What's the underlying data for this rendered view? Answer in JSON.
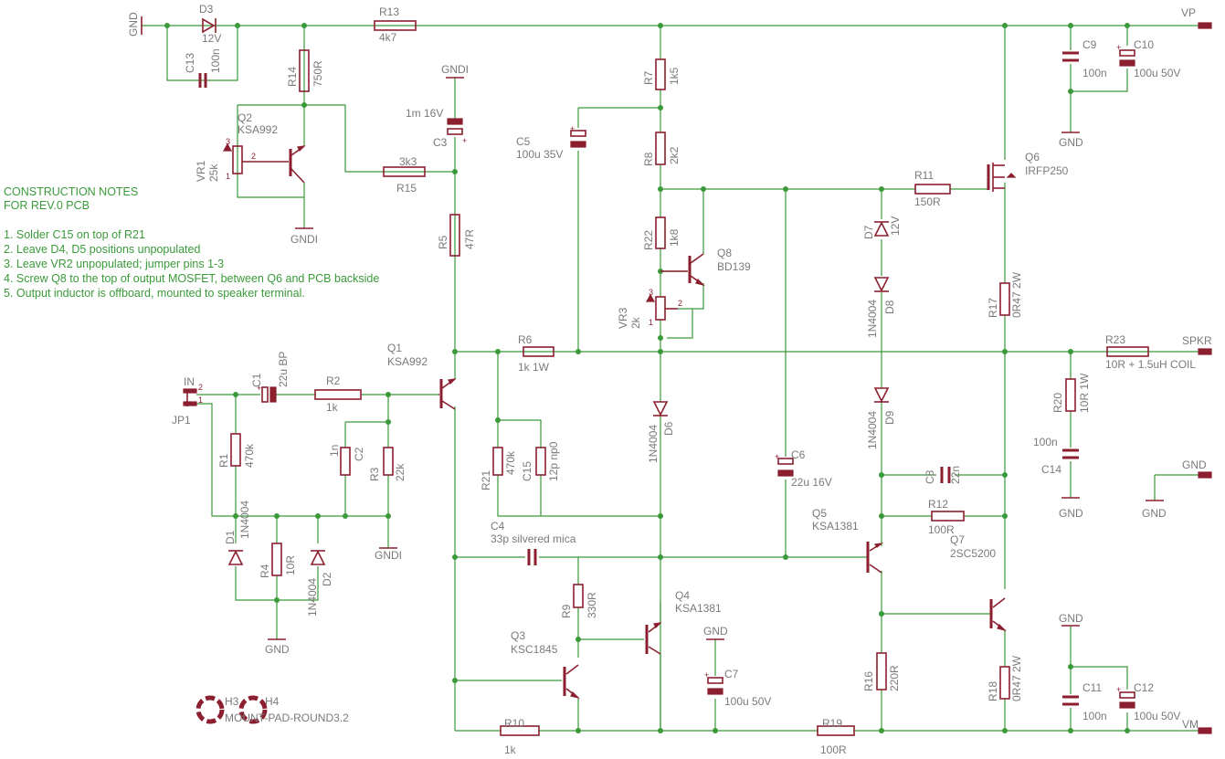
{
  "notes": {
    "title1": "CONSTRUCTION NOTES",
    "title2": "FOR REV.0 PCB",
    "items": [
      "1.  Solder C15 on top of R21",
      "2.  Leave D4, D5 positions unpopulated",
      "3.  Leave VR2 unpopulated; jumper pins 1-3",
      "4.  Screw Q8 to the top of output MOSFET, between Q6 and PCB backside",
      "5.  Output inductor is offboard, mounted to speaker terminal."
    ]
  },
  "nets": {
    "gnd_top": "GND",
    "vp": "VP",
    "spkr": "SPKR",
    "vm": "VM",
    "gnd_c9": "GND",
    "gnd_c14": "GND",
    "gnd_right": "GND",
    "gnd_c7": "GND",
    "gnd_c11": "GND",
    "gnd_r4": "GND",
    "gndi_q2": "GNDI",
    "gndi_c3": "GNDI",
    "gndi_r3": "GNDI",
    "in": "IN",
    "jp1": "JP1"
  },
  "parts": {
    "d3": {
      "ref": "D3",
      "val": "12V"
    },
    "c13": {
      "ref": "C13",
      "val": "100n"
    },
    "r13": {
      "ref": "R13",
      "val": "4k7"
    },
    "r14": {
      "ref": "R14",
      "val": "750R"
    },
    "q2": {
      "ref": "Q2",
      "val": "KSA992"
    },
    "vr1": {
      "ref": "VR1",
      "val": "25k"
    },
    "r15": {
      "ref": "R15",
      "val": "3k3"
    },
    "c3": {
      "ref": "C3",
      "val": "1m 16V"
    },
    "r5": {
      "ref": "R5",
      "val": "47R"
    },
    "r7": {
      "ref": "R7",
      "val": "1k5"
    },
    "c5": {
      "ref": "C5",
      "val": "100u 35V"
    },
    "r8": {
      "ref": "R8",
      "val": "2k2"
    },
    "r22": {
      "ref": "R22",
      "val": "1k8"
    },
    "q8": {
      "ref": "Q8",
      "val": "BD139"
    },
    "vr3": {
      "ref": "VR3",
      "val": "2k"
    },
    "r6": {
      "ref": "R6",
      "val": "1k 1W"
    },
    "c9": {
      "ref": "C9",
      "val": "100n"
    },
    "c10": {
      "ref": "C10",
      "val": "100u 50V"
    },
    "q6": {
      "ref": "Q6",
      "val": "IRFP250"
    },
    "r11": {
      "ref": "R11",
      "val": "150R"
    },
    "d7": {
      "ref": "D7",
      "val": "12V"
    },
    "d8": {
      "ref": "D8",
      "val": "1N4004"
    },
    "r17": {
      "ref": "R17",
      "val": "0R47 2W"
    },
    "r23": {
      "ref": "R23",
      "val": "10R + 1.5uH COIL"
    },
    "r20": {
      "ref": "R20",
      "val": "10R 1W"
    },
    "c14": {
      "ref": "C14",
      "val": "100n"
    },
    "q1": {
      "ref": "Q1",
      "val": "KSA992"
    },
    "c1": {
      "ref": "C1",
      "val": "22u BP"
    },
    "r2": {
      "ref": "R2",
      "val": "1k"
    },
    "r1": {
      "ref": "R1",
      "val": "470k"
    },
    "c2": {
      "ref": "C2",
      "val": "1n"
    },
    "r3": {
      "ref": "R3",
      "val": "22k"
    },
    "d1": {
      "ref": "D1",
      "val": "1N4004"
    },
    "r4": {
      "ref": "R4",
      "val": "10R"
    },
    "d2": {
      "ref": "D2",
      "val": "1N4004"
    },
    "r21": {
      "ref": "R21",
      "val": "470k"
    },
    "c15": {
      "ref": "C15",
      "val": "12p np0"
    },
    "d6": {
      "ref": "D6",
      "val": "1N4004"
    },
    "c6": {
      "ref": "C6",
      "val": "22u 16V"
    },
    "d9": {
      "ref": "D9",
      "val": "1N4004"
    },
    "c8": {
      "ref": "C8",
      "val": "22n"
    },
    "r12": {
      "ref": "R12",
      "val": "100R"
    },
    "q5": {
      "ref": "Q5",
      "val": "KSA1381"
    },
    "q7": {
      "ref": "Q7",
      "val": "2SC5200"
    },
    "c4": {
      "ref": "C4",
      "val": "33p silvered mica"
    },
    "r9": {
      "ref": "R9",
      "val": "330R"
    },
    "q4": {
      "ref": "Q4",
      "val": "KSA1381"
    },
    "q3": {
      "ref": "Q3",
      "val": "KSC1845"
    },
    "c7": {
      "ref": "C7",
      "val": "100u 50V"
    },
    "r16": {
      "ref": "R16",
      "val": "220R"
    },
    "r18": {
      "ref": "R18",
      "val": "0R47 2W"
    },
    "c11": {
      "ref": "C11",
      "val": "100n"
    },
    "c12": {
      "ref": "C12",
      "val": "100u 50V"
    },
    "r10": {
      "ref": "R10",
      "val": "1k"
    },
    "r19": {
      "ref": "R19",
      "val": "100R"
    },
    "h3": {
      "ref": "H3"
    },
    "h4": {
      "ref": "H4"
    },
    "holes_label": "MOUNT-PAD-ROUND3.2"
  }
}
